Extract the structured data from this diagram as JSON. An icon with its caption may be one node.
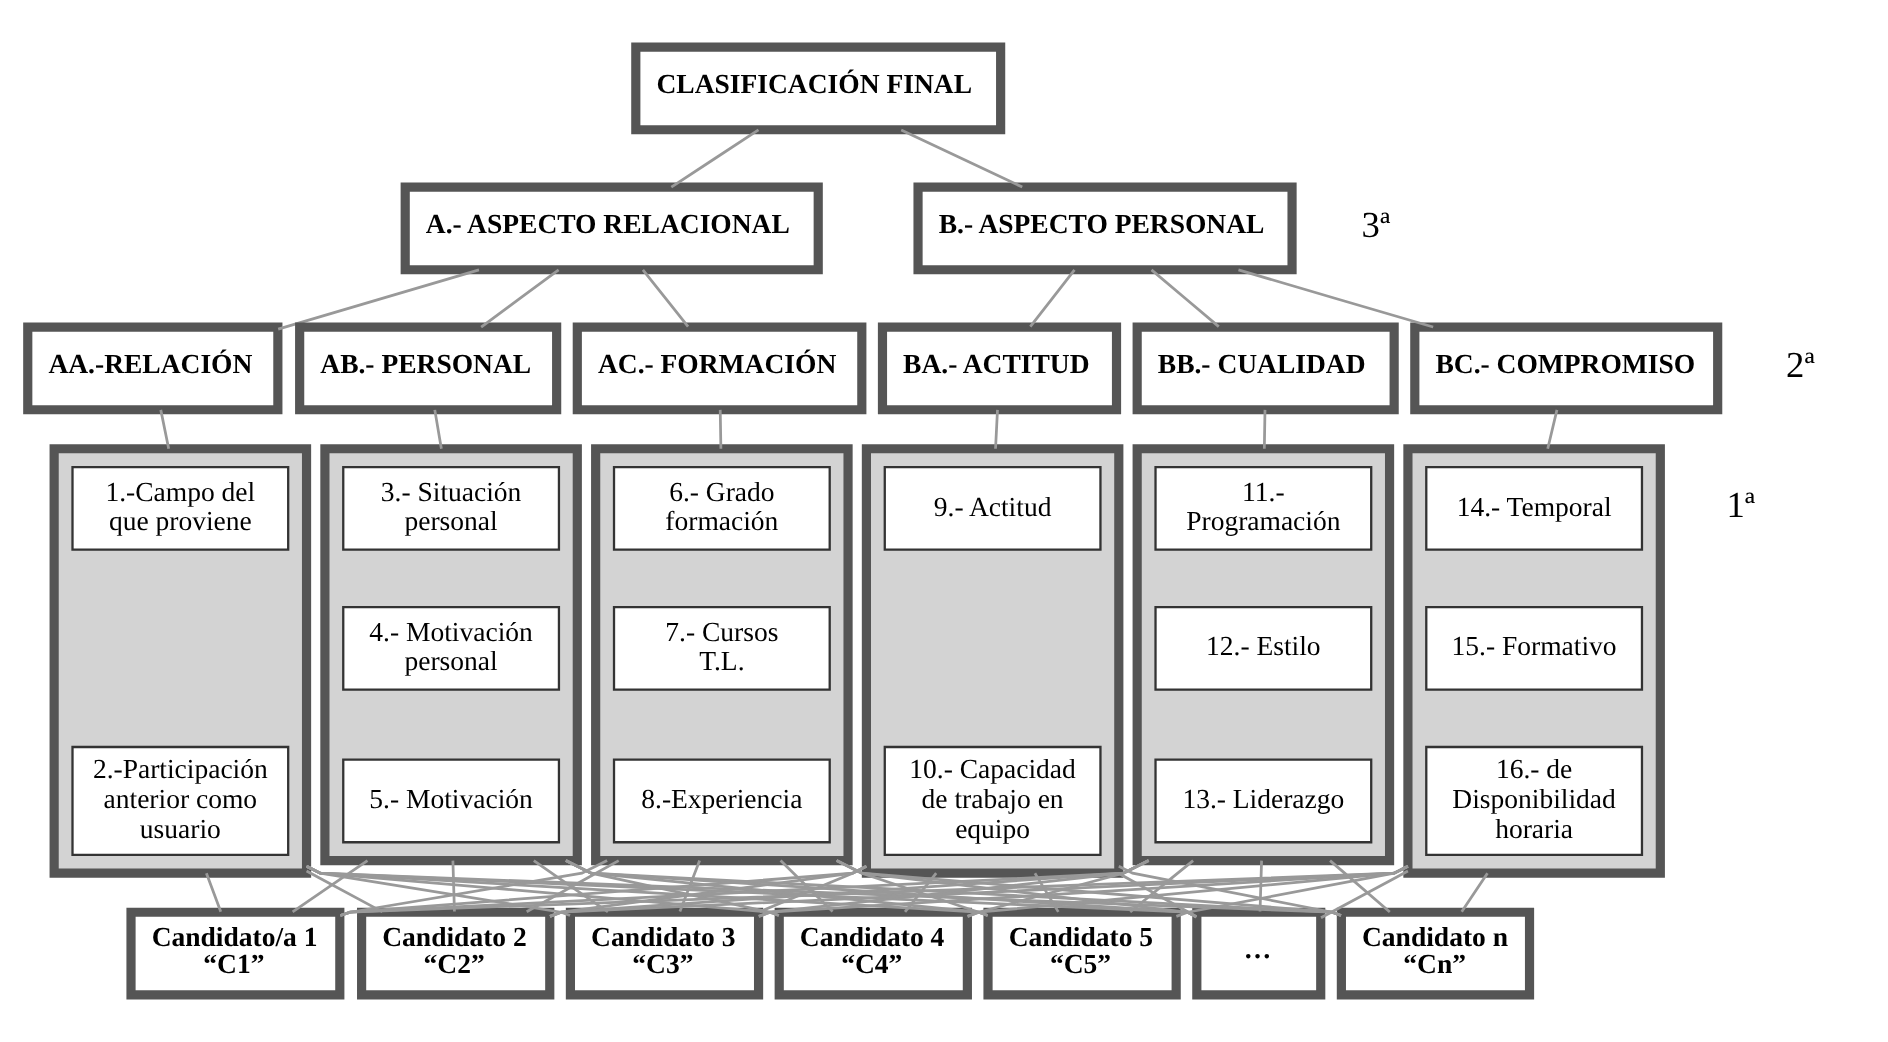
{
  "diagram": {
    "nodes": [
      {
        "text": [
          "CLASIFICACIÓN FINAL"
        ]
      },
      {
        "text": [
          "A.- ASPECTO RELACIONAL"
        ]
      },
      {
        "text": [
          "B.- ASPECTO PERSONAL"
        ]
      },
      {
        "text": [
          "AA.-RELACIÓN"
        ]
      },
      {
        "text": [
          "AB.- PERSONAL"
        ]
      },
      {
        "text": [
          "AC.- FORMACIÓN"
        ]
      },
      {
        "text": [
          "BA.- ACTITUD"
        ]
      },
      {
        "text": [
          "BB.- CUALIDAD"
        ]
      },
      {
        "text": [
          "BC.- COMPROMISO"
        ]
      },
      {
        "text": [],
        "shape": "box"
      },
      {
        "text": [
          "1.-Campo del que proviene"
        ],
        "in": 9
      },
      {
        "text": [
          "2.-Participación anterior como usuario"
        ],
        "in": 9
      },
      {
        "text": [],
        "shape": "box"
      },
      {
        "text": [
          "3.- Situación personal"
        ],
        "in": 12
      },
      {
        "text": [
          "4.- Motivación personal"
        ],
        "in": 12
      },
      {
        "text": [
          "5.- Motivación"
        ],
        "in": 12
      },
      {
        "text": [],
        "shape": "box"
      },
      {
        "text": [
          "6.- Grado formación"
        ],
        "in": 16
      },
      {
        "text": [
          "7.- Cursos T.L."
        ],
        "in": 16
      },
      {
        "text": [
          "8.-Experiencia"
        ],
        "in": 16
      },
      {
        "text": [],
        "shape": "box"
      },
      {
        "text": [
          "9.- Actitud"
        ],
        "in": 20
      },
      {
        "text": [
          "10.- Capacidad de trabajo en equipo"
        ],
        "in": 20
      },
      {
        "text": [],
        "shape": "box"
      },
      {
        "text": [
          "11.- Programación"
        ],
        "in": 23
      },
      {
        "text": [
          "12.- Estilo"
        ],
        "in": 23
      },
      {
        "text": [
          "13.- Liderazgo"
        ],
        "in": 23
      },
      {
        "text": [],
        "shape": "box"
      },
      {
        "text": [
          "14.- Temporal"
        ],
        "in": 27
      },
      {
        "text": [
          "15.- Formativo"
        ],
        "in": 27
      },
      {
        "text": [
          "16.- de Disponibilidad horaria"
        ],
        "in": 27
      },
      {
        "text": [
          "Candidato/a 1",
          "“C1”"
        ]
      },
      {
        "text": [
          "Candidato 2",
          "“C2”"
        ]
      },
      {
        "text": [
          "Candidato 3",
          "“C3”"
        ]
      },
      {
        "text": [
          "Candidato 4",
          "“C4”"
        ]
      },
      {
        "text": [
          "Candidato 5",
          "“C5”"
        ]
      },
      {
        "text": [
          "…"
        ]
      },
      {
        "text": [
          "Candidato n",
          "“Cn”"
        ]
      }
    ],
    "edges": [
      {
        "from": 0,
        "to": 1,
        "arrow": "none"
      },
      {
        "from": 0,
        "to": 2,
        "arrow": "none"
      },
      {
        "from": 1,
        "to": 3,
        "arrow": "none"
      },
      {
        "from": 1,
        "to": 4,
        "arrow": "none"
      },
      {
        "from": 1,
        "to": 5,
        "arrow": "none"
      },
      {
        "from": 2,
        "to": 6,
        "arrow": "none"
      },
      {
        "from": 2,
        "to": 7,
        "arrow": "none"
      },
      {
        "from": 2,
        "to": 8,
        "arrow": "none"
      },
      {
        "from": 3,
        "to": 9,
        "arrow": "none"
      },
      {
        "from": 4,
        "to": 12,
        "arrow": "none"
      },
      {
        "from": 5,
        "to": 16,
        "arrow": "none"
      },
      {
        "from": 6,
        "to": 20,
        "arrow": "none"
      },
      {
        "from": 7,
        "to": 23,
        "arrow": "none"
      },
      {
        "from": 8,
        "to": 27,
        "arrow": "none"
      },
      {
        "from": 9,
        "to": 31,
        "arrow": "none"
      },
      {
        "from": 9,
        "to": 32,
        "arrow": "none"
      },
      {
        "from": 9,
        "to": 33,
        "arrow": "none"
      },
      {
        "from": 9,
        "to": 34,
        "arrow": "none"
      },
      {
        "from": 9,
        "to": 35,
        "arrow": "none"
      },
      {
        "from": 9,
        "to": 36,
        "arrow": "none"
      },
      {
        "from": 9,
        "to": 37,
        "arrow": "none"
      },
      {
        "from": 12,
        "to": 31,
        "arrow": "none"
      },
      {
        "from": 12,
        "to": 32,
        "arrow": "none"
      },
      {
        "from": 12,
        "to": 33,
        "arrow": "none"
      },
      {
        "from": 12,
        "to": 34,
        "arrow": "none"
      },
      {
        "from": 12,
        "to": 35,
        "arrow": "none"
      },
      {
        "from": 12,
        "to": 36,
        "arrow": "none"
      },
      {
        "from": 12,
        "to": 37,
        "arrow": "none"
      },
      {
        "from": 16,
        "to": 31,
        "arrow": "none"
      },
      {
        "from": 16,
        "to": 32,
        "arrow": "none"
      },
      {
        "from": 16,
        "to": 33,
        "arrow": "none"
      },
      {
        "from": 16,
        "to": 34,
        "arrow": "none"
      },
      {
        "from": 16,
        "to": 35,
        "arrow": "none"
      },
      {
        "from": 16,
        "to": 36,
        "arrow": "none"
      },
      {
        "from": 16,
        "to": 37,
        "arrow": "none"
      },
      {
        "from": 20,
        "to": 31,
        "arrow": "none"
      },
      {
        "from": 20,
        "to": 32,
        "arrow": "none"
      },
      {
        "from": 20,
        "to": 33,
        "arrow": "none"
      },
      {
        "from": 20,
        "to": 34,
        "arrow": "none"
      },
      {
        "from": 20,
        "to": 35,
        "arrow": "none"
      },
      {
        "from": 20,
        "to": 36,
        "arrow": "none"
      },
      {
        "from": 20,
        "to": 37,
        "arrow": "none"
      },
      {
        "from": 23,
        "to": 31,
        "arrow": "none"
      },
      {
        "from": 23,
        "to": 32,
        "arrow": "none"
      },
      {
        "from": 23,
        "to": 33,
        "arrow": "none"
      },
      {
        "from": 23,
        "to": 34,
        "arrow": "none"
      },
      {
        "from": 23,
        "to": 35,
        "arrow": "none"
      },
      {
        "from": 23,
        "to": 36,
        "arrow": "none"
      },
      {
        "from": 23,
        "to": 37,
        "arrow": "none"
      },
      {
        "from": 27,
        "to": 31,
        "arrow": "none"
      },
      {
        "from": 27,
        "to": 32,
        "arrow": "none"
      },
      {
        "from": 27,
        "to": 33,
        "arrow": "none"
      },
      {
        "from": 27,
        "to": 34,
        "arrow": "none"
      },
      {
        "from": 27,
        "to": 35,
        "arrow": "none"
      },
      {
        "from": 27,
        "to": 36,
        "arrow": "none"
      },
      {
        "from": 27,
        "to": 37,
        "arrow": "none"
      }
    ],
    "labels": [
      "3ª",
      "2ª",
      "1ª"
    ]
  }
}
